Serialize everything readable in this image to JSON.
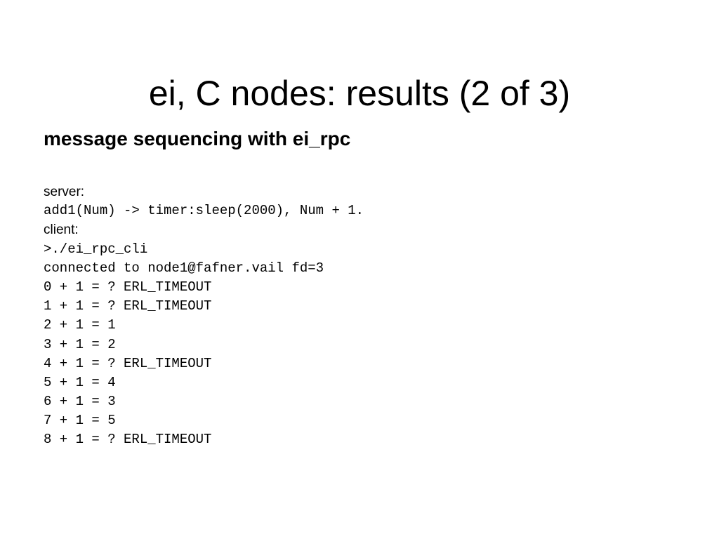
{
  "slide": {
    "title": "ei, C nodes: results (2 of 3)",
    "subtitle": "message sequencing with ei_rpc",
    "server_label": "server:",
    "server_code": "add1(Num) -> timer:sleep(2000), Num + 1.",
    "client_label": "client:",
    "client_lines": [
      ">./ei_rpc_cli",
      "connected to node1@fafner.vail fd=3",
      "0 + 1 = ? ERL_TIMEOUT",
      "1 + 1 = ? ERL_TIMEOUT",
      "2 + 1 = 1",
      "3 + 1 = 2",
      "4 + 1 = ? ERL_TIMEOUT",
      "5 + 1 = 4",
      "6 + 1 = 3",
      "7 + 1 = 5",
      "8 + 1 = ? ERL_TIMEOUT"
    ]
  }
}
